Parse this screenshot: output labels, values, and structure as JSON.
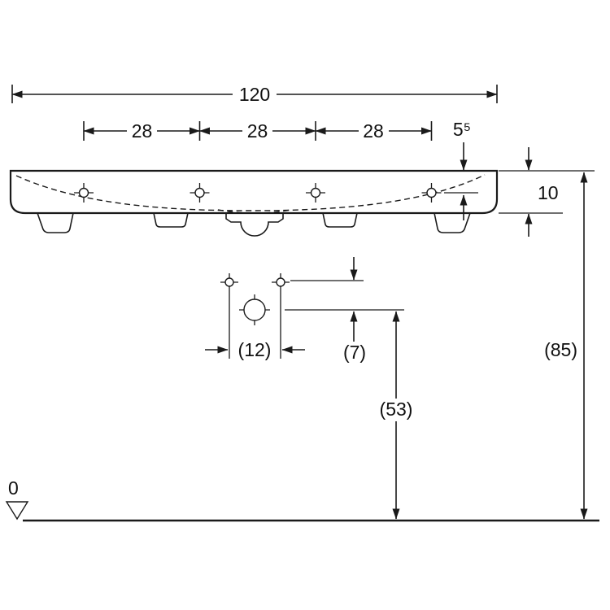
{
  "drawing": {
    "type": "technical-dimension-drawing",
    "subject": "washbasin-front-view",
    "colors": {
      "line": "#1a1a1a",
      "background": "#ffffff"
    },
    "dimensions": {
      "overall_width": "120",
      "hole_spacing_1": "28",
      "hole_spacing_2": "28",
      "hole_spacing_3": "28",
      "top_edge_to_holes": "5⁵",
      "rim_height": "10",
      "overall_height": "(85)",
      "drain_holes_spacing": "(12)",
      "overflow_to_drain": "(7)",
      "drain_height": "(53)",
      "datum_level": "0"
    }
  }
}
